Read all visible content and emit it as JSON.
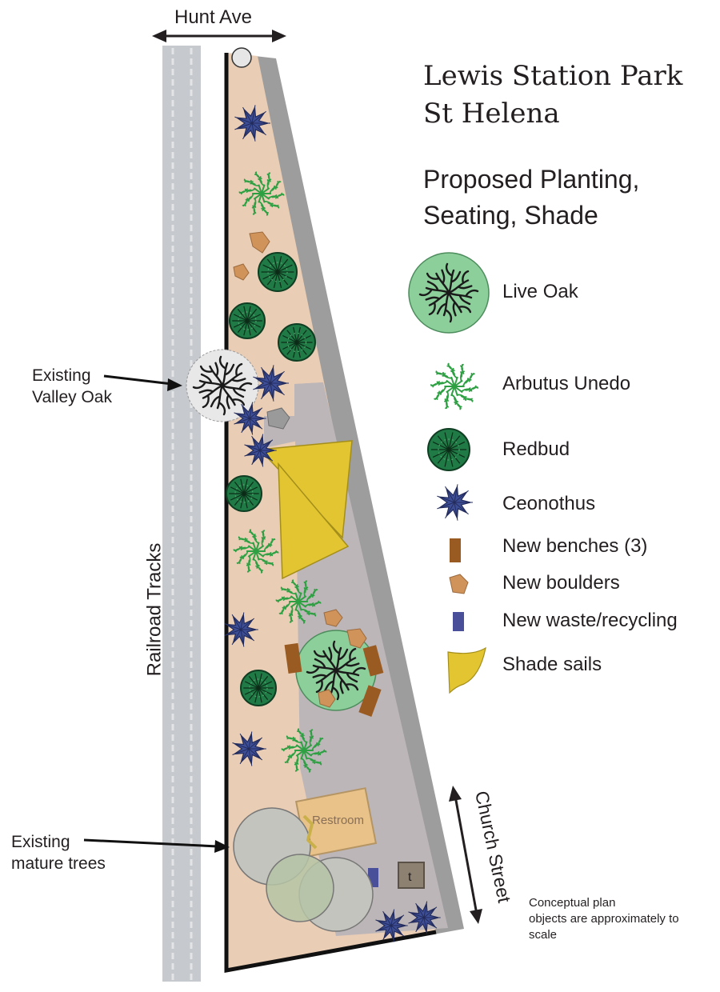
{
  "title": {
    "line1": "Lewis Station Park",
    "line2": "St Helena"
  },
  "subtitle": {
    "line1": "Proposed Planting,",
    "line2": "Seating, Shade"
  },
  "streets": {
    "north": "Hunt Ave",
    "east": "Church Street",
    "west": "Railroad Tracks"
  },
  "callouts": {
    "valley_oak": [
      "Existing",
      "Valley Oak"
    ],
    "mature_trees": [
      "Existing",
      "mature trees"
    ]
  },
  "labels": {
    "restroom": "Restroom",
    "trash": "t"
  },
  "legend": [
    {
      "key": "live-oak",
      "label": "Live Oak"
    },
    {
      "key": "arbutus",
      "label": "Arbutus Unedo"
    },
    {
      "key": "redbud",
      "label": "Redbud"
    },
    {
      "key": "ceanothus",
      "label": "Ceonothus"
    },
    {
      "key": "bench",
      "label": "New benches (3)"
    },
    {
      "key": "boulder",
      "label": "New boulders"
    },
    {
      "key": "waste",
      "label": "New waste/recycling"
    },
    {
      "key": "shade",
      "label": "Shade sails"
    }
  ],
  "note": [
    "Conceptual plan",
    "objects are approximately to",
    "scale"
  ],
  "colors": {
    "park_fill": "#e9cdb5",
    "path": "#bdb6b8",
    "sidewalk": "#9c9c9c",
    "live_oak": "#8ccf9b",
    "arbutus": "#2ea043",
    "redbud": "#1f7a45",
    "ceanothus": "#3d4e97",
    "bench": "#9a5b22",
    "boulder": "#d0935a",
    "waste": "#4a4f9a",
    "shade": "#e3c532",
    "rail": "#c4c7cb"
  }
}
